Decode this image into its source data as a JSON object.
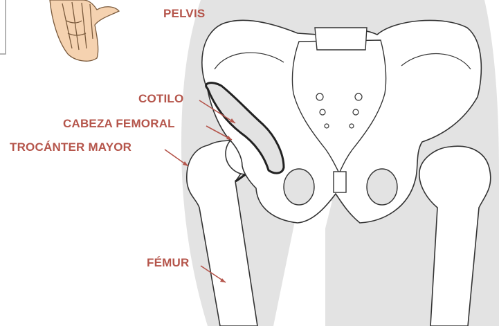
{
  "labels": {
    "pelvis": "PELVIS",
    "cotilo": "COTILO",
    "cabeza_femoral": "CABEZA FEMORAL",
    "trocanter_mayor": "TROCÁNTER MAYOR",
    "femur": "FÉMUR"
  },
  "colors": {
    "label_text": "#b5554b",
    "silhouette": "#e3e3e3",
    "bone_fill": "#ffffff",
    "bone_outline": "#333333",
    "hand_fill": "#f5d2b0",
    "hand_outline": "#7a5a3c",
    "highlight_outline": "#222222"
  },
  "icons": {
    "hand": "hand-illustration-icon"
  }
}
